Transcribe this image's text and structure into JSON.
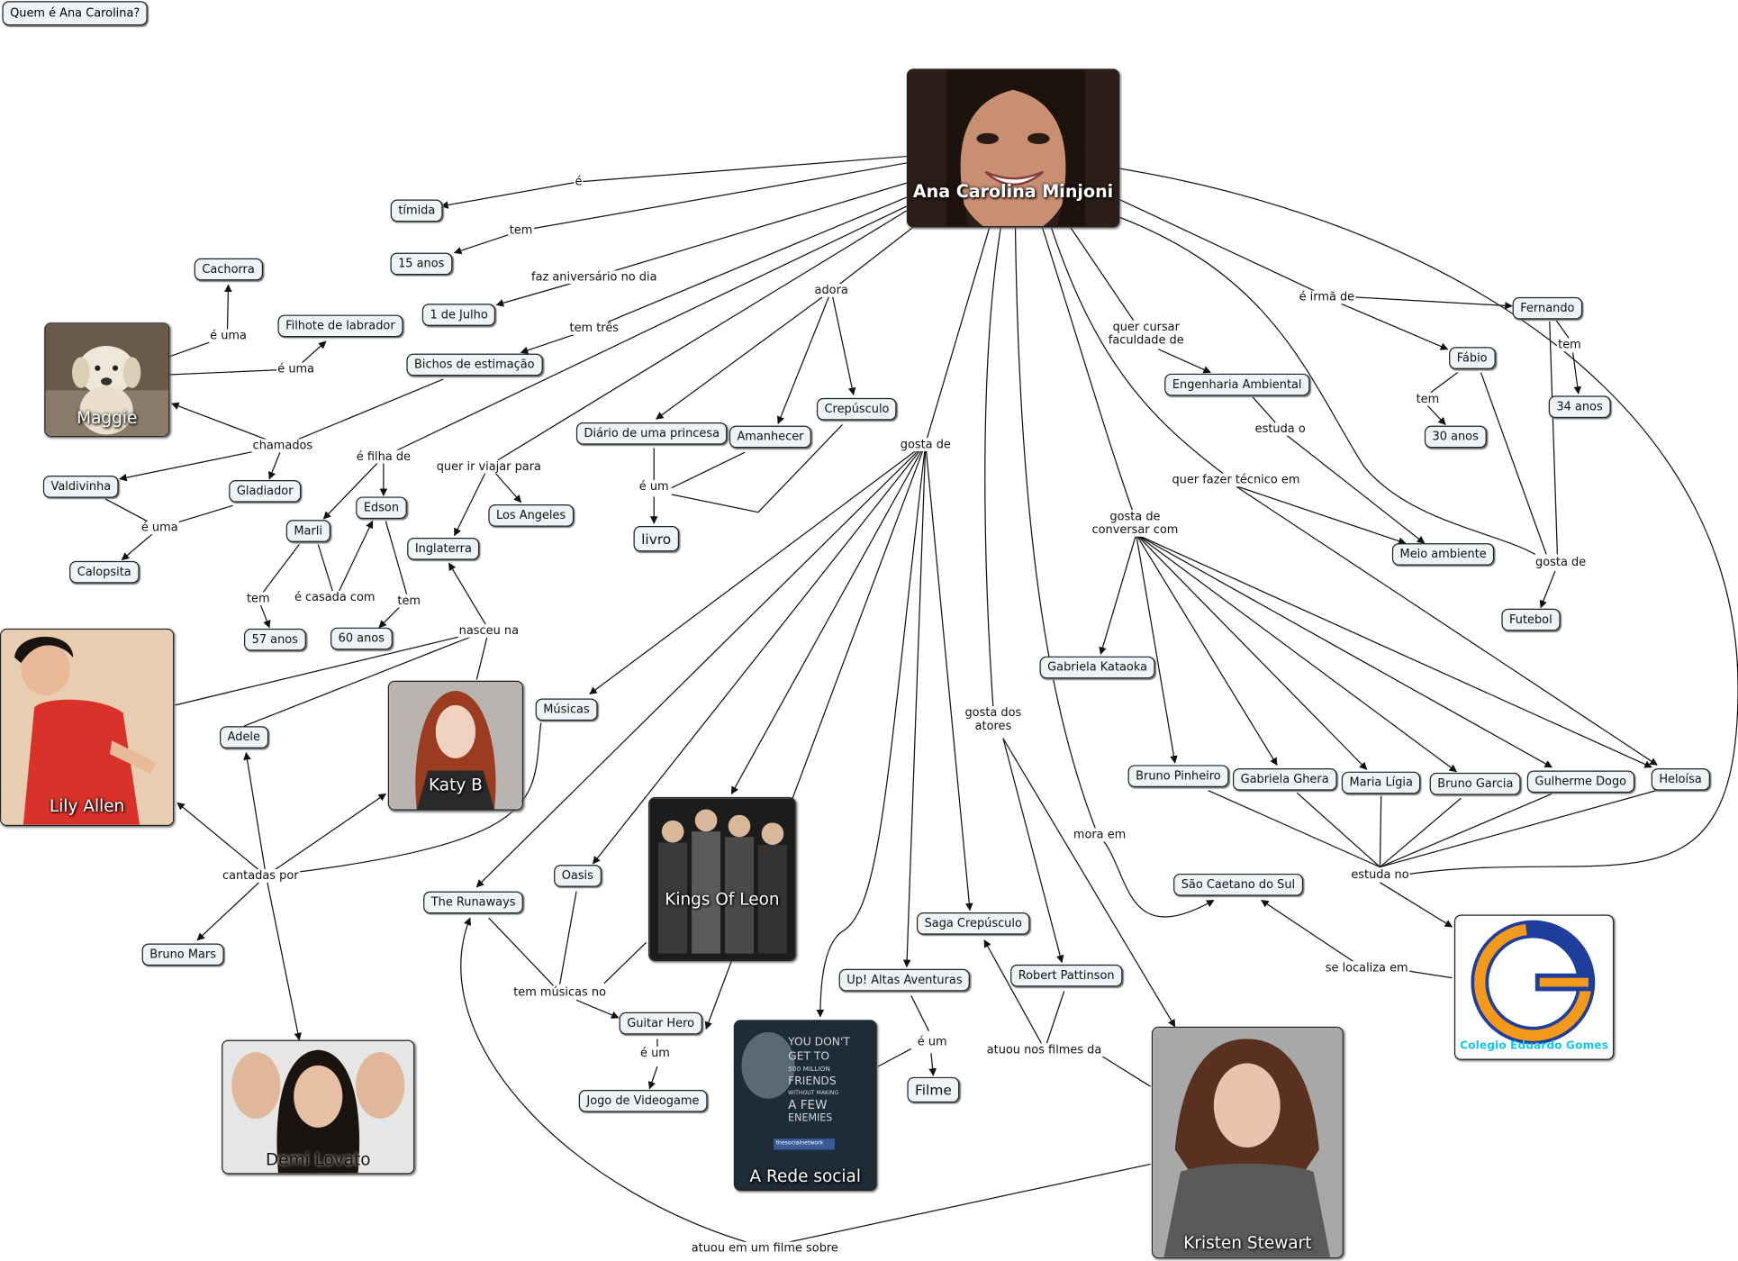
{
  "map_title": "Quem é Ana Carolina?",
  "central": "Ana Carolina Minjoni",
  "nodes": {
    "timida": "tímida",
    "quinze_anos": "15 anos",
    "julho": "1 de Julho",
    "bichos": "Bichos de estimação",
    "cachorra": "Cachorra",
    "filhote": "Filhote de labrador",
    "valdivinha": "Valdivinha",
    "gladiador": "Gladiador",
    "calopsita": "Calopsita",
    "marli": "Marli",
    "edson": "Edson",
    "cinquenta_sete": "57 anos",
    "sessenta": "60 anos",
    "inglaterra": "Inglaterra",
    "los_angeles": "Los Angeles",
    "diario": "Diário de uma princesa",
    "amanhecer": "Amanhecer",
    "crepusculo": "Crepúsculo",
    "livro": "livro",
    "musicas": "Músicas",
    "adele": "Adele",
    "bruno_mars": "Bruno Mars",
    "runaways": "The Runaways",
    "oasis": "Oasis",
    "guitar_hero": "Guitar Hero",
    "videogame": "Jogo de Videogame",
    "up": "Up! Altas Aventuras",
    "filme": "Filme",
    "saga": "Saga Crepúsculo",
    "robert": "Robert Pattinson",
    "engenharia": "Engenharia Ambiental",
    "meio": "Meio ambiente",
    "fernando": "Fernando",
    "fabio": "Fábio",
    "trinta_quatro": "34 anos",
    "trinta": "30 anos",
    "futebol": "Futebol",
    "gabriela_k": "Gabriela Kataoka",
    "bruno_p": "Bruno Pinheiro",
    "gabriela_g": "Gabriela Ghera",
    "maria": "Maria Lígia",
    "bruno_g": "Bruno Garcia",
    "gulherme": "Gulherme Dogo",
    "heloisa": "Heloísa",
    "sao_caetano": "São Caetano do Sul"
  },
  "images": {
    "maggie": "Maggie",
    "lily": "Lily Allen",
    "katy": "Katy B",
    "demi": "Demi Lovato",
    "kings": "Kings Of Leon",
    "rede": "A Rede social",
    "kristen": "Kristen Stewart",
    "colegio": "Colegio Eduardo Gomes",
    "rede_poster": [
      "YOU DON'T",
      "GET TO",
      "500 MILLION",
      "FRIENDS",
      "WITHOUT MAKING",
      "A FEW",
      "ENEMIES"
    ],
    "rede_facebook": "thesocialnetwork"
  },
  "links": {
    "e": "é",
    "tem": "tem",
    "faz_aniversario": "faz aniversário no dia",
    "tem_tres": "tem três",
    "e_uma_1": "é uma",
    "e_uma_2": "é uma",
    "e_uma_3": "é uma",
    "chamados": "chamados",
    "filha_de": "é filha de",
    "casada": "é casada com",
    "tem_marli": "tem",
    "tem_edson": "tem",
    "viajar": "quer ir viajar para",
    "nasceu": "nasceu na",
    "adora": "adora",
    "e_um_livro": "é um",
    "gosta_de": "gosta de",
    "cantadas": "cantadas por",
    "tem_musicas": "tem músicas no",
    "e_um_jogo": "é um",
    "e_um_filme": "é um",
    "gosta_atores": "gosta dos atores",
    "atuou_filmes": "atuou nos filmes da",
    "atuou_filme": "atuou em um filme sobre",
    "mora": "mora em",
    "faculdade": "quer cursar faculdade de",
    "estuda_o": "estuda o",
    "tecnico": "quer fazer técnico em",
    "conversar": "gosta de conversar com",
    "estuda_no": "estuda no",
    "localiza": "se localiza em",
    "irma": "é irmã de",
    "tem_fernando": "tem",
    "tem_fabio": "tem",
    "gosta_futebol": "gosta de"
  },
  "colors": {
    "node_fill": "#eef3f5",
    "border": "#222222",
    "line": "#111111",
    "colegio_orange": "#f39a1c",
    "colegio_blue": "#1f3d9a"
  }
}
